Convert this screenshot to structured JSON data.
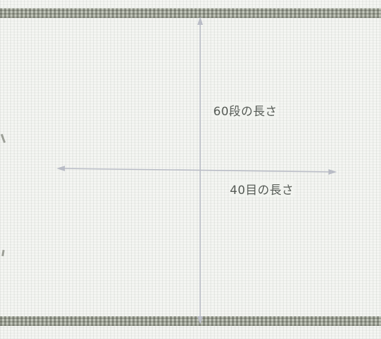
{
  "measurements": {
    "vertical": {
      "label": "60段の長さ",
      "rows": 60
    },
    "horizontal": {
      "label": "40目の長さ",
      "stitches": 40
    }
  },
  "colors": {
    "fabric": "#f4f5f2",
    "edge": "#a9aca3",
    "arrow": "#b9bcc6",
    "text": "#555a55"
  }
}
